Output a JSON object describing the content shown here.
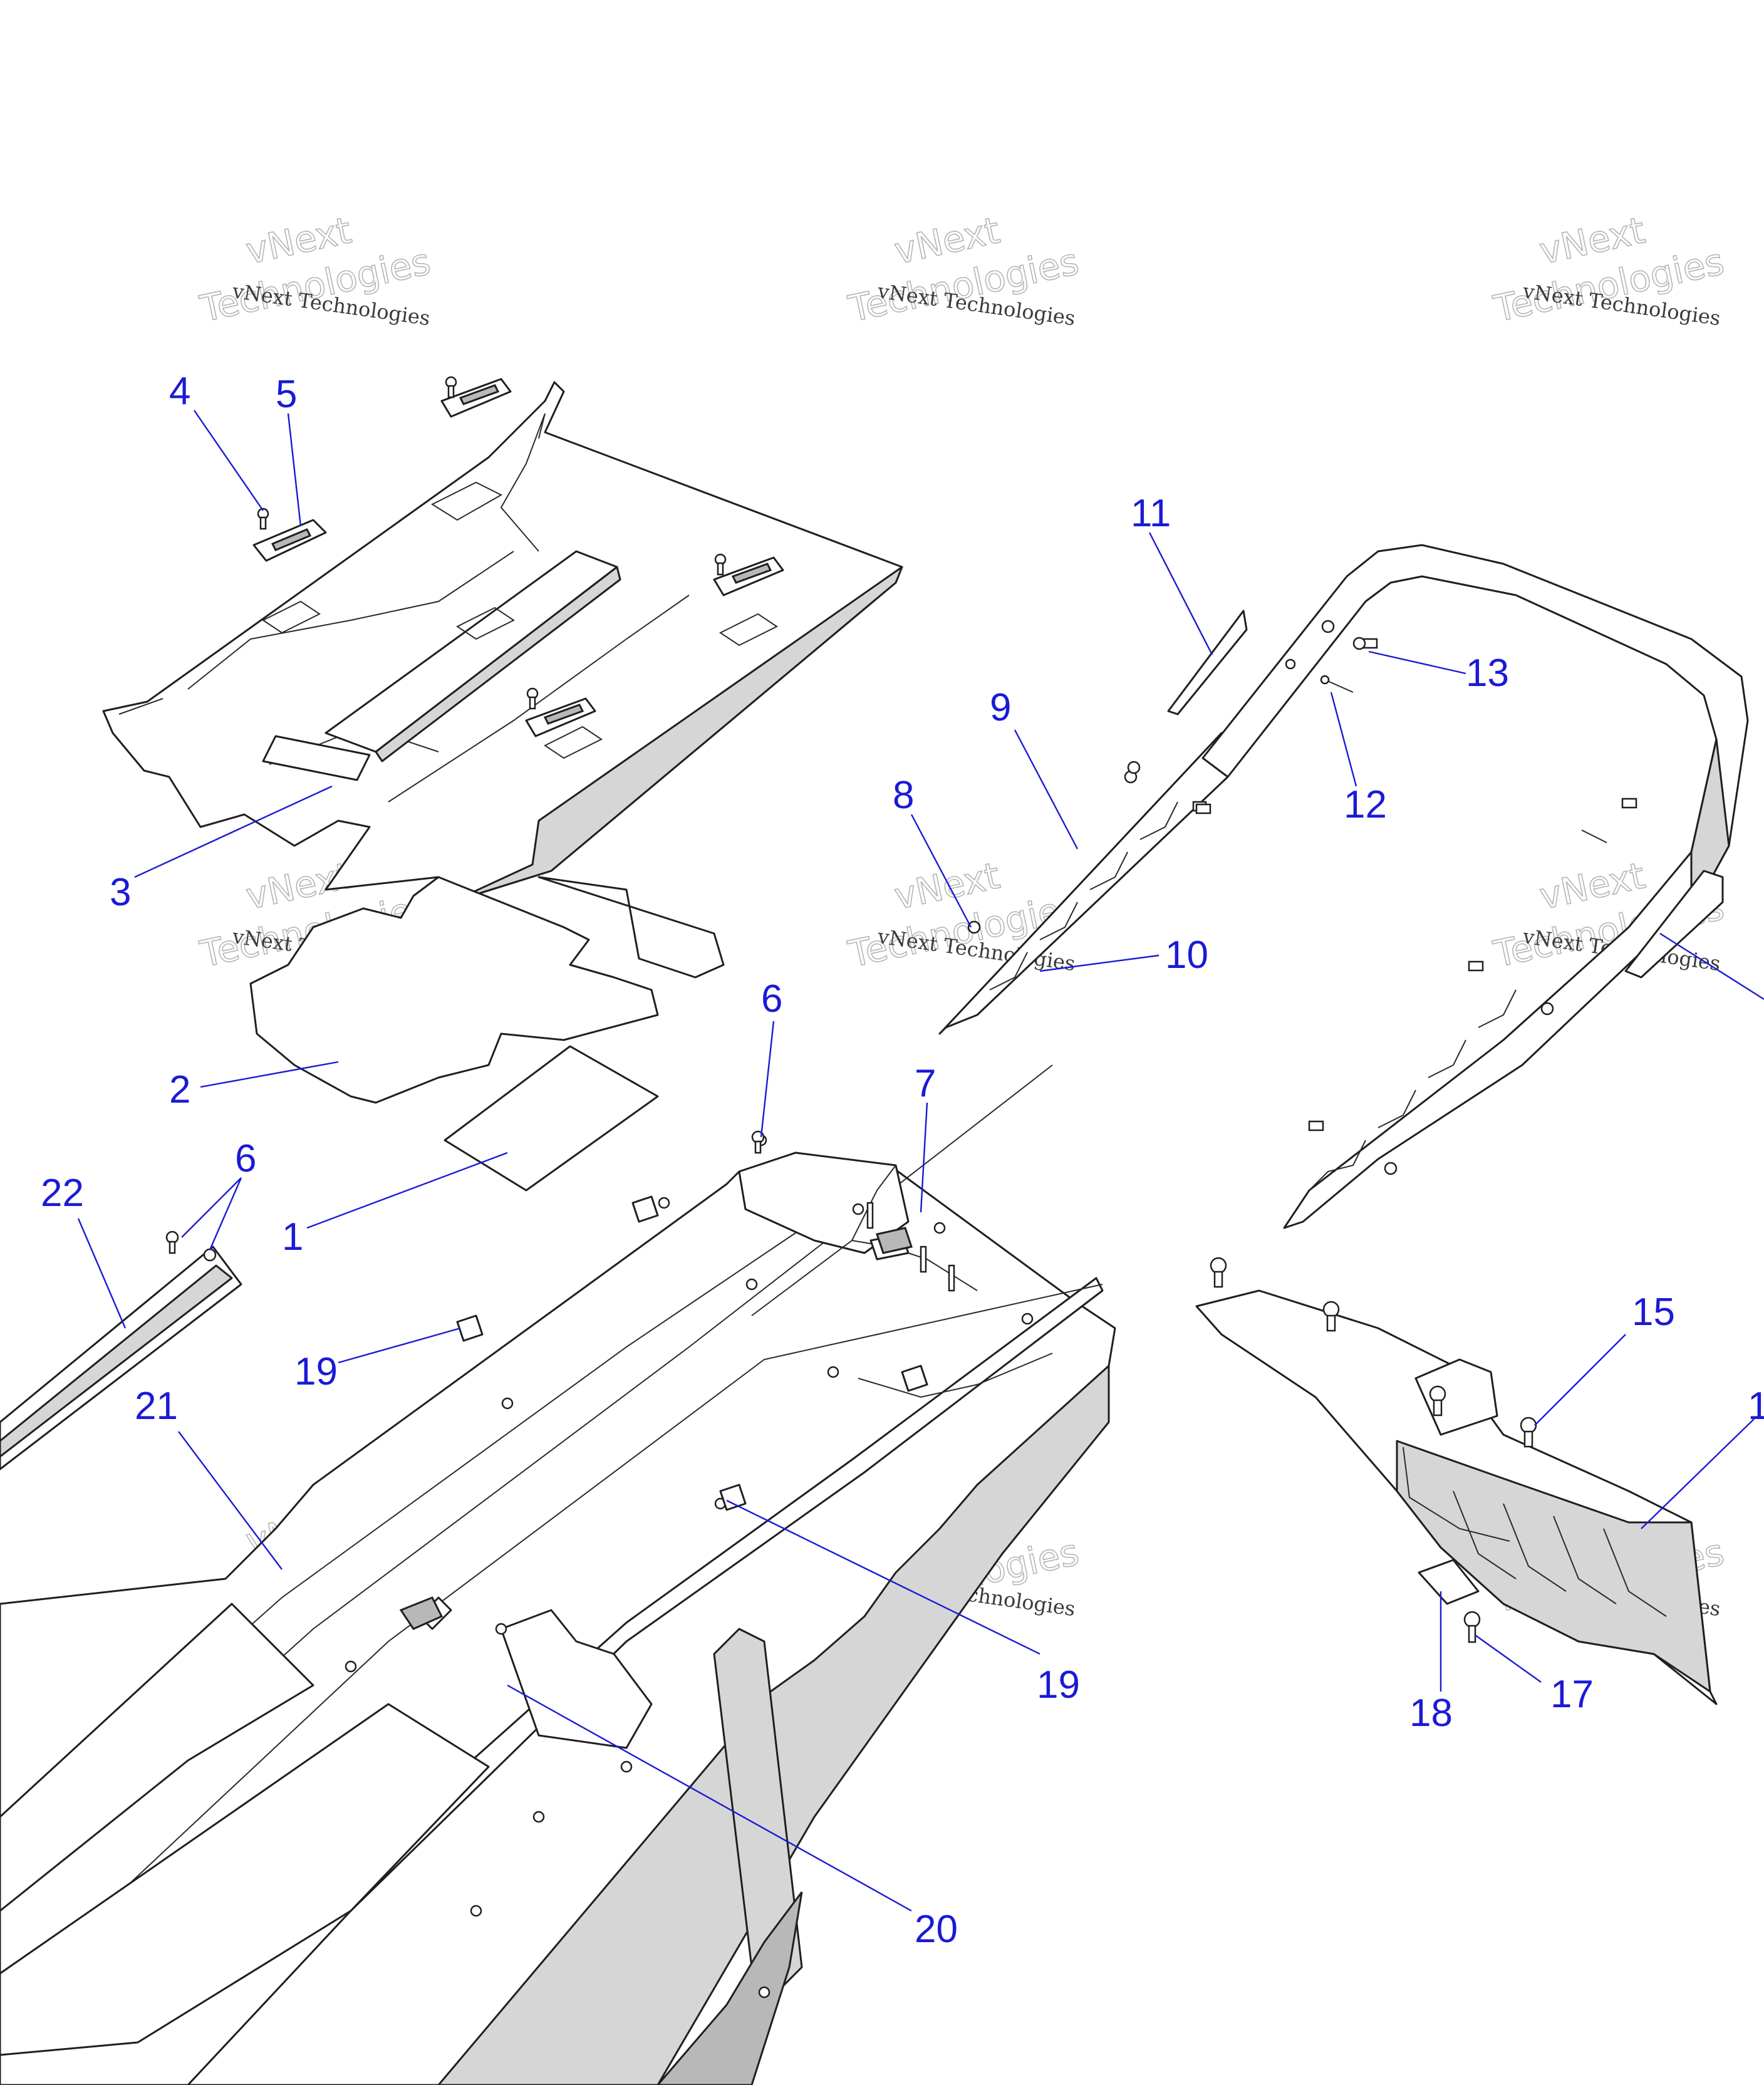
{
  "watermark": {
    "brand_top": "vNext",
    "brand_bottom": "Technologies",
    "small_text": "vNext Technologies"
  },
  "callouts": [
    {
      "id": "1",
      "text": "1"
    },
    {
      "id": "2",
      "text": "2"
    },
    {
      "id": "3",
      "text": "3"
    },
    {
      "id": "4",
      "text": "4"
    },
    {
      "id": "5",
      "text": "5"
    },
    {
      "id": "6a",
      "text": "6"
    },
    {
      "id": "6b",
      "text": "6"
    },
    {
      "id": "7",
      "text": "7"
    },
    {
      "id": "8",
      "text": "8"
    },
    {
      "id": "9",
      "text": "9"
    },
    {
      "id": "10",
      "text": "10"
    },
    {
      "id": "11",
      "text": "11"
    },
    {
      "id": "12",
      "text": "12"
    },
    {
      "id": "13",
      "text": "13"
    },
    {
      "id": "14",
      "text": "1"
    },
    {
      "id": "15",
      "text": "15"
    },
    {
      "id": "17",
      "text": "17"
    },
    {
      "id": "18",
      "text": "18"
    },
    {
      "id": "19a",
      "text": "19"
    },
    {
      "id": "19b",
      "text": "19"
    },
    {
      "id": "20",
      "text": "20"
    },
    {
      "id": "21",
      "text": "21"
    },
    {
      "id": "22",
      "text": "22"
    }
  ],
  "colors": {
    "callout": "#1a1ad6",
    "line": "#1f1f1f",
    "shade": "#d6d6d6"
  }
}
